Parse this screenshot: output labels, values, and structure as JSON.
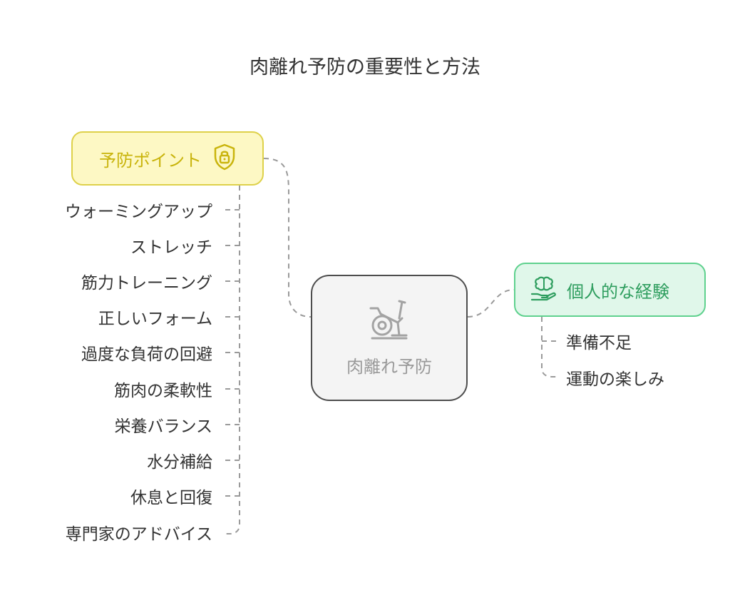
{
  "title": "肉離れ予防の重要性と方法",
  "center": {
    "label": "肉離れ予防",
    "icon": "exercise-bike-icon"
  },
  "prevention": {
    "label": "予防ポイント",
    "icon": "lock-shield-icon",
    "color": "#ded14a",
    "items": [
      "ウォーミングアップ",
      "ストレッチ",
      "筋力トレーニング",
      "正しいフォーム",
      "過度な負荷の回避",
      "筋肉の柔軟性",
      "栄養バランス",
      "水分補給",
      "休息と回復",
      "専門家のアドバイス"
    ]
  },
  "experience": {
    "label": "個人的な経験",
    "icon": "brain-hand-icon",
    "color": "#5fd18e",
    "items": [
      "準備不足",
      "運動の楽しみ"
    ]
  }
}
